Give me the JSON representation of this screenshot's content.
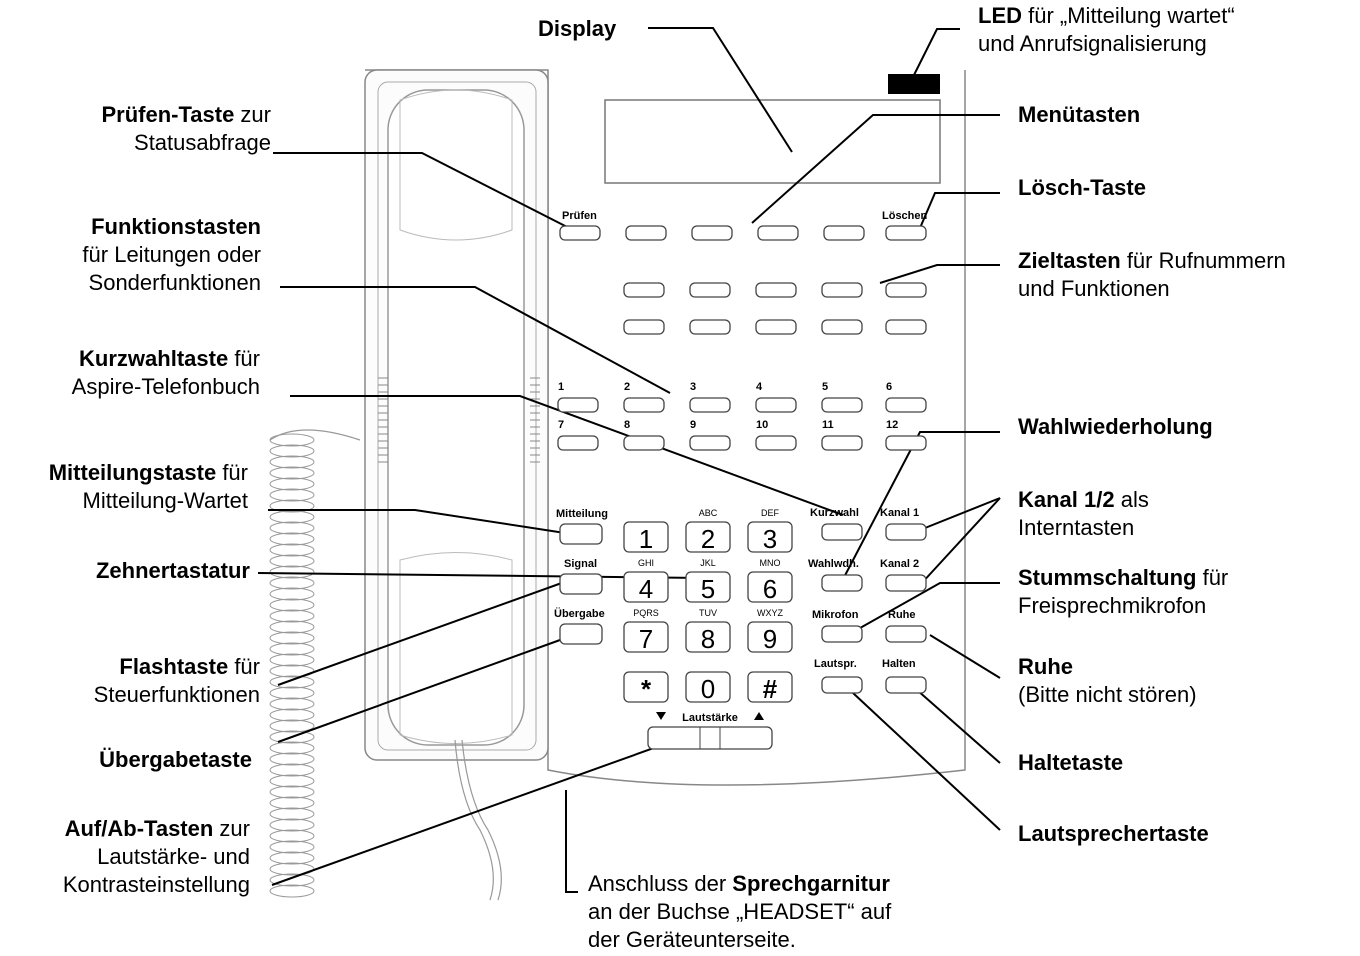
{
  "phone": {
    "keys": {
      "pruefen": "Prüfen",
      "loeschen": "Löschen",
      "programmable_numbers": [
        "1",
        "2",
        "3",
        "4",
        "5",
        "6",
        "7",
        "8",
        "9",
        "10",
        "11",
        "12"
      ],
      "mitteilung": "Mitteilung",
      "signal": "Signal",
      "uebergabe": "Übergabe",
      "kurzwahl": "Kurzwahl",
      "kanal1": "Kanal 1",
      "wahlwdh": "Wahlwdh.",
      "kanal2": "Kanal 2",
      "mikrofon": "Mikrofon",
      "ruhe": "Ruhe",
      "lautspr": "Lautspr.",
      "halten": "Halten",
      "lautstaerke": "Lautstärke"
    },
    "dialpad": [
      {
        "digit": "1",
        "letters": ""
      },
      {
        "digit": "2",
        "letters": "ABC"
      },
      {
        "digit": "3",
        "letters": "DEF"
      },
      {
        "digit": "4",
        "letters": "GHI"
      },
      {
        "digit": "5",
        "letters": "JKL"
      },
      {
        "digit": "6",
        "letters": "MNO"
      },
      {
        "digit": "7",
        "letters": "PQRS"
      },
      {
        "digit": "8",
        "letters": "TUV"
      },
      {
        "digit": "9",
        "letters": "WXYZ"
      },
      {
        "digit": "*",
        "letters": ""
      },
      {
        "digit": "0",
        "letters": ""
      },
      {
        "digit": "#",
        "letters": ""
      }
    ]
  },
  "callouts": {
    "display": {
      "bold": "Display"
    },
    "led": {
      "bold": "LED",
      "rest": " für „Mitteilung wartet“",
      "line2": "und Anrufsignalisierung"
    },
    "pruefen": {
      "bold": "Prüfen-Taste",
      "rest": " zur",
      "line2": "Statusabfrage"
    },
    "menue": {
      "bold": "Menütasten"
    },
    "loesch": {
      "bold": "Lösch-Taste"
    },
    "funktion": {
      "bold": "Funktionstasten",
      "line2": "für Leitungen oder",
      "line3": "Sonderfunktionen"
    },
    "ziel": {
      "bold": "Zieltasten",
      "rest": " für Rufnummern",
      "line2": "und Funktionen"
    },
    "kurzwahl": {
      "bold": "Kurzwahltaste",
      "rest": " für",
      "line2": "Aspire-Telefonbuch"
    },
    "wahlwdh": {
      "bold": "Wahlwiederholung"
    },
    "mitteilung": {
      "bold": "Mitteilungstaste",
      "rest": " für",
      "line2": "Mitteilung-Wartet"
    },
    "kanal": {
      "bold": "Kanal 1/2",
      "rest": " als",
      "line2": "Interntasten"
    },
    "zehner": {
      "bold": "Zehnertastatur"
    },
    "stumm": {
      "bold": "Stummschaltung",
      "rest": " für",
      "line2": "Freisprechmikrofon"
    },
    "flash": {
      "bold": "Flashtaste",
      "rest": " für",
      "line2": "Steuerfunktionen"
    },
    "ruhe": {
      "bold": "Ruhe",
      "line2": "(Bitte nicht stören)"
    },
    "uebergabe": {
      "bold": "Übergabetaste"
    },
    "halte": {
      "bold": "Haltetaste"
    },
    "aufab": {
      "bold": "Auf/Ab-Tasten",
      "rest": " zur",
      "line2": "Lautstärke- und",
      "line3": "Kontrasteinstellung"
    },
    "lautsprecher": {
      "bold": "Lautsprechertaste"
    },
    "headset": {
      "pre": "Anschluss der ",
      "bold": "Sprechgarnitur",
      "line2": "an der Buchse „HEADSET“ auf",
      "line3": "der Geräteunterseite."
    }
  }
}
